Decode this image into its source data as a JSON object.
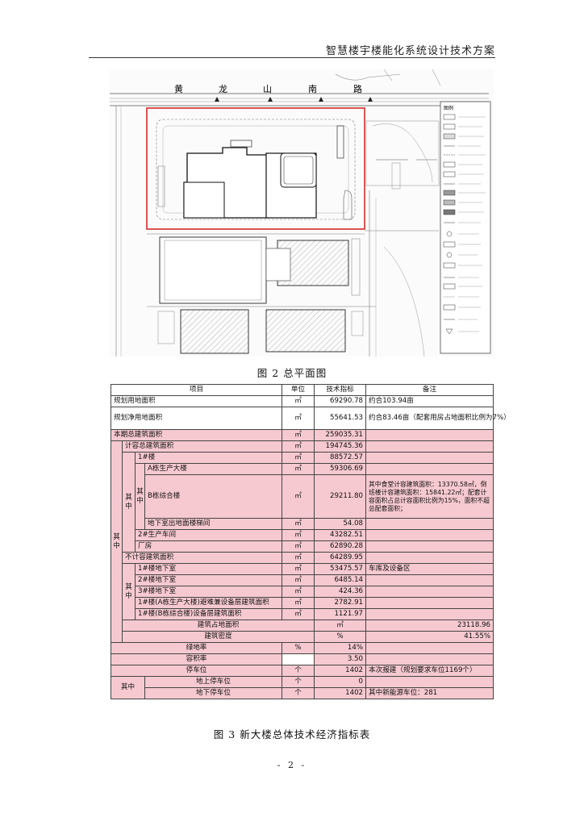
{
  "header": {
    "title": "智慧楼宇楼能化系统设计技术方案"
  },
  "site_plan": {
    "road_chars": [
      "黄",
      "龙",
      "山",
      "南",
      "路"
    ],
    "legend_title": "图例"
  },
  "figure2_caption": "图 2 总平面图",
  "table": {
    "headers": [
      "项目",
      "单位",
      "技术指标",
      "备注"
    ],
    "group_labels": {
      "qizhong": "其中",
      "qizhong_v": "其\n中"
    },
    "rows": {
      "r1": {
        "label": "规划用地面积",
        "unit": "㎡",
        "value": "69290.78",
        "note": "约合103.94亩"
      },
      "r2": {
        "label": "规划净用地面积",
        "unit": "㎡",
        "value": "55641.53",
        "note": "约合83.46亩（配套用房占地面积比例为7%）"
      },
      "r3": {
        "label": "本期总建筑面积",
        "unit": "㎡",
        "value": "259035.31",
        "note": ""
      },
      "r4": {
        "label": "计容总建筑面积",
        "unit": "㎡",
        "value": "194745.36",
        "note": ""
      },
      "r5": {
        "label": "1#楼",
        "unit": "㎡",
        "value": "88572.57",
        "note": ""
      },
      "r6": {
        "label": "A栋生产大楼",
        "unit": "㎡",
        "value": "59306.69",
        "note": ""
      },
      "r7": {
        "label": "B栋综合楼",
        "unit": "㎡",
        "value": "29211.80",
        "note": "其中食堂计容建筑面积：13370.58㎡，倒班楼计容建筑面积：15841.22㎡；配套计容面积占总计容面积比例为15%，面积不超总配套面积；"
      },
      "r8": {
        "label": "地下室出地面楼梯间",
        "unit": "㎡",
        "value": "54.08",
        "note": ""
      },
      "r9": {
        "label": "2#生产车间",
        "unit": "㎡",
        "value": "43282.51",
        "note": ""
      },
      "r10": {
        "label": "厂房",
        "unit": "㎡",
        "value": "62890.28",
        "note": ""
      },
      "r11": {
        "label": "不计容建筑面积",
        "unit": "㎡",
        "value": "64289.95",
        "note": ""
      },
      "r12": {
        "label": "1#楼地下室",
        "unit": "㎡",
        "value": "53475.57",
        "note": "车库及设备区"
      },
      "r13": {
        "label": "2#楼地下室",
        "unit": "㎡",
        "value": "6485.14",
        "note": ""
      },
      "r14": {
        "label": "3#楼地下室",
        "unit": "㎡",
        "value": "424.36",
        "note": ""
      },
      "r15": {
        "label": "1#楼(A栋生产大楼)避难兼设备层建筑面积",
        "unit": "㎡",
        "value": "2782.91",
        "note": ""
      },
      "r16": {
        "label": "1#楼(B栋综合楼)设备层建筑面积",
        "unit": "㎡",
        "value": "1121.97",
        "note": ""
      },
      "r17": {
        "label": "建筑占地面积",
        "unit": "㎡",
        "value": "23118.96",
        "note": ""
      },
      "r18": {
        "label": "建筑密度",
        "unit": "%",
        "value": "41.55%",
        "note": ""
      },
      "r19": {
        "label": "绿地率",
        "unit": "%",
        "value": "14%",
        "note": ""
      },
      "r20": {
        "label": "容积率",
        "unit": "",
        "value": "3.50",
        "note": ""
      },
      "r21": {
        "label": "停车位",
        "unit": "个",
        "value": "1402",
        "note": "本次报建（规划要求车位1169个）"
      },
      "r22": {
        "label": "地上停车位",
        "unit": "个",
        "value": "0",
        "note": ""
      },
      "r23": {
        "label": "地下停车位",
        "unit": "个",
        "value": "1402",
        "note": "其中新能源车位：281"
      }
    }
  },
  "figure3_caption": "图 3 新大楼总体技术经济指标表",
  "page_number": "- 2 -",
  "colors": {
    "highlight": "#f6c9d0",
    "site_boundary": "#d42a2a"
  }
}
